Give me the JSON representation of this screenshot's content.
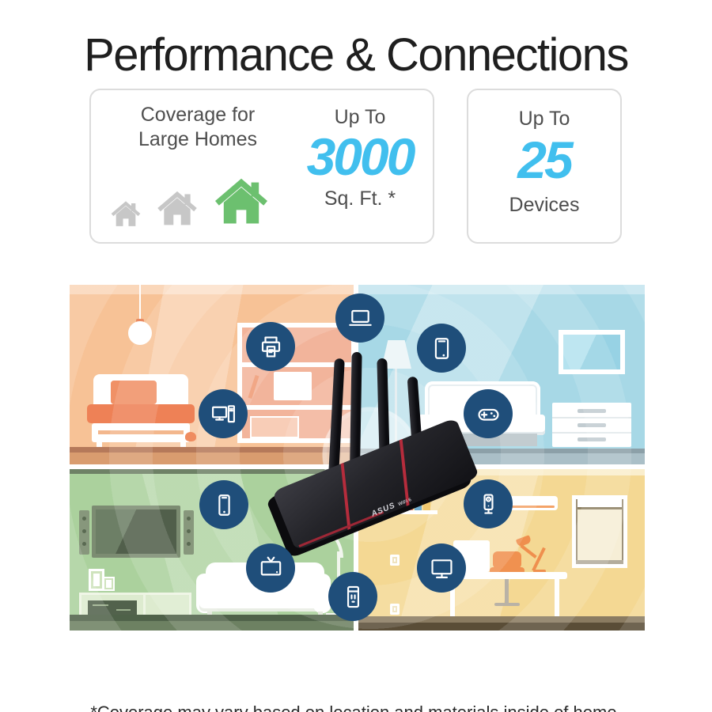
{
  "page": {
    "title": "Performance & Connections",
    "footnote": "*Coverage may vary based on location and materials inside of home."
  },
  "cards": {
    "coverage": {
      "label_line1": "Coverage for",
      "label_line2": "Large Homes",
      "prefix": "Up To",
      "value": "3000",
      "unit": "Sq. Ft. *"
    },
    "devices": {
      "prefix": "Up To",
      "value": "25",
      "unit": "Devices"
    }
  },
  "router": {
    "brand": "ASUS",
    "model": "WiFi 6"
  },
  "connected_devices": [
    "laptop",
    "printer",
    "tablet",
    "desktop-computer",
    "game-controller",
    "smartphone",
    "security-camera",
    "smart-tv",
    "monitor",
    "smart-plug"
  ],
  "colors": {
    "title_color": "#1f1f1f",
    "text_gray": "#4e4e4e",
    "accent_blue": "#41bfee",
    "icon_circle_navy": "#1f4e7a",
    "house_green": "#6cc06f",
    "house_gray": "#c7c7c7",
    "room_orange": "#f7c296",
    "room_cyan": "#a7d8e6",
    "room_green": "#abd19d",
    "room_yellow": "#f4d893"
  }
}
